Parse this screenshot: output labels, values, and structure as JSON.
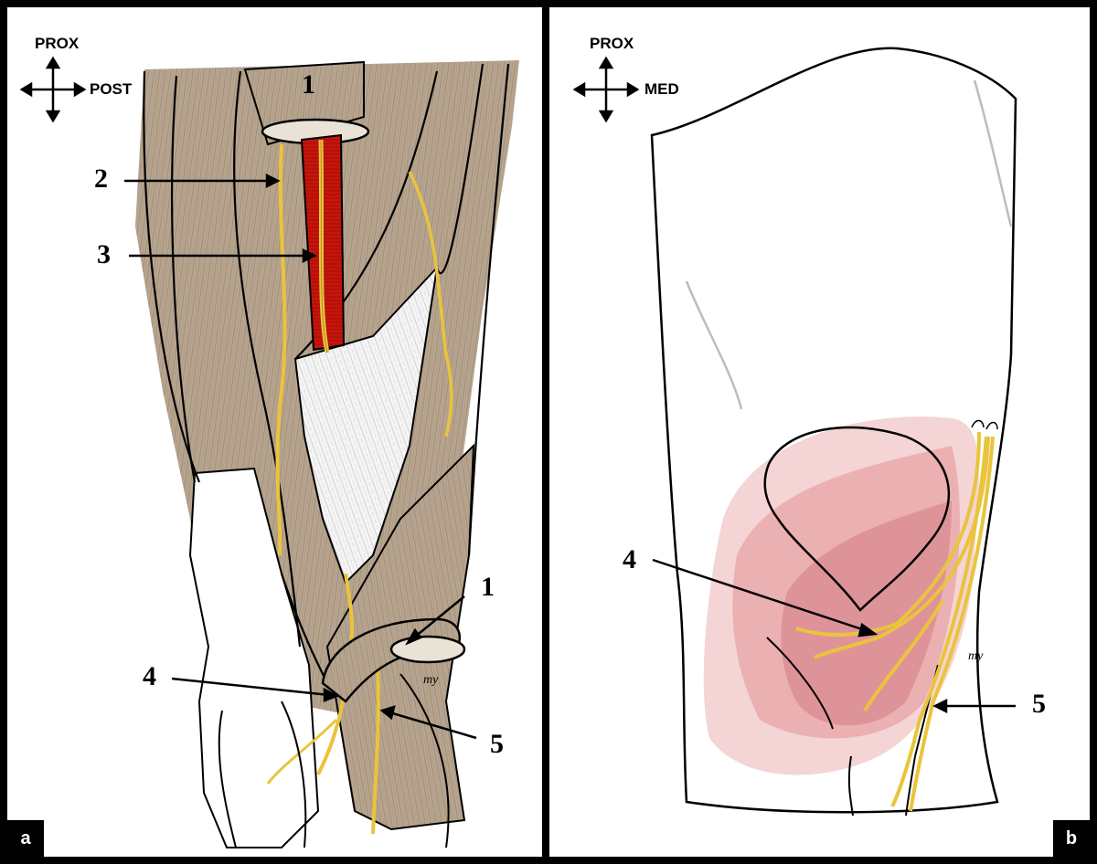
{
  "panels": [
    {
      "label": "a",
      "directions": {
        "up": "PROX",
        "right": "POST"
      },
      "callouts": [
        "1",
        "2",
        "3",
        "1",
        "4",
        "5"
      ]
    },
    {
      "label": "b",
      "directions": {
        "up": "PROX",
        "right": "MED"
      },
      "callouts": [
        "4",
        "5"
      ]
    }
  ],
  "colors": {
    "muscle": "#b7a590",
    "muscle_line": "#8a7864",
    "artery": "#c8140c",
    "nerve": "#e9c43c",
    "fascia": "#f3f3f3",
    "skin_pink_light": "#f4d4d4",
    "skin_pink_mid": "#e9a9ac",
    "skin_pink_dark": "#d98a90",
    "outline": "#000000"
  }
}
